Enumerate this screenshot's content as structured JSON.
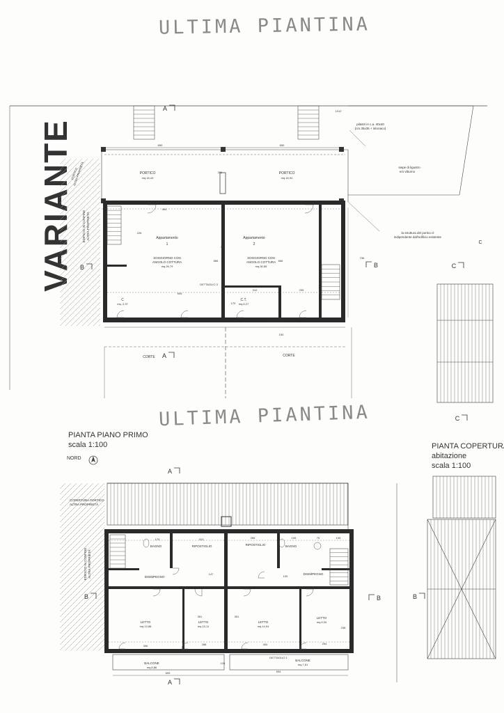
{
  "handwritten": {
    "top": "ULTIMA PIANTINA",
    "middle": "ULTIMA PIANTINA"
  },
  "side_title": "VARIANTE",
  "floor_plan_1": {
    "title": "PIANTA PIANO PRIMO",
    "scale": "scala 1:100",
    "north_label": "NORD"
  },
  "roof_plan": {
    "title": "PIANTA COPERTURA",
    "subtitle": "abitazione",
    "scale": "scala 1:100"
  },
  "ground_floor_labels": {
    "porch_left": "PORTICO",
    "porch_left_area": "mq.16,43",
    "porch_right": "PORTICO",
    "porch_right_area": "mq.16,94",
    "apt1": "Appartamento",
    "apt1_num": "1",
    "apt2": "Appartamento",
    "apt2_num": "2",
    "living1": "SOGGIORNO CON",
    "living1b": "ANGOLO COTTURA",
    "living1_area": "mq.26,79",
    "living2": "SOGGIORNO CON",
    "living2b": "ANGOLO COTTURA",
    "living2_area": "mq.30,85",
    "ct1": "C",
    "ct1_area": "mq. 2,37",
    "ct2": "C.T.",
    "ct2_area": "mq.5,27",
    "corte_left": "CORTE",
    "corte_right": "CORTE",
    "pillars": "pilastri in c.a. 40x40",
    "pillars2": "(cm.35x35 + intonaco)",
    "hedge": "siepe di ligustro",
    "hedge2": "e/o viburno",
    "structure": "la struttura del portico è",
    "structure2": "indipendente dall'edificio esistente",
    "neighbor": "EDIFICIO IN CONFINE",
    "neighbor2": "ALTRA PROPRIETÀ",
    "porch_other": "PORTICO",
    "porch_other2": "ALTRA PROPRIETÀ",
    "detail3": "DETTAGLIO 3",
    "detail2": "DETTAGLIO 2",
    "dims": [
      "650",
      "650",
      "1012",
      "494",
      "451",
      "666",
      "666",
      "509",
      "310",
      "239",
      "736",
      "170",
      "150",
      "250",
      "226"
    ]
  },
  "first_floor_labels": {
    "roof_other": "COPERTURA PORTICO",
    "roof_other2": "ALTRA PROPRIETÀ",
    "neighbor": "EDIFICIO IN CONFINE",
    "neighbor2": "ALTRA PROPRIETÀ",
    "bath1": "BAGNO",
    "bath2": "BAGNO",
    "ripost1": "RIPOSTIGLIO",
    "ripost2": "RIPOSTIGLIO",
    "dis1": "DISIMPEGNO",
    "dis2": "DISIMPEGNO",
    "bed1": "LETTO",
    "bed1_area": "mq.13,88",
    "bed2": "LETTO",
    "bed2_area": "mq.10,11",
    "bed3": "LETTO",
    "bed3_area": "mq.14,04",
    "bed4": "LETTO",
    "bed4_area": "mq.9,00",
    "balcony1": "BALCONE",
    "balcony1_area": "mq.8,86",
    "balcony2": "BALCONE",
    "balcony2_area": "mq.7,61",
    "detail1": "DETTAGLIO 1",
    "dims": [
      "170",
      "313",
      "265",
      "105",
      "75",
      "105",
      "147",
      "100",
      "351",
      "351",
      "400",
      "396",
      "288",
      "294",
      "238",
      "699",
      "594",
      "134"
    ]
  },
  "section_marks": {
    "a": "A",
    "b": "B",
    "c": "C"
  }
}
